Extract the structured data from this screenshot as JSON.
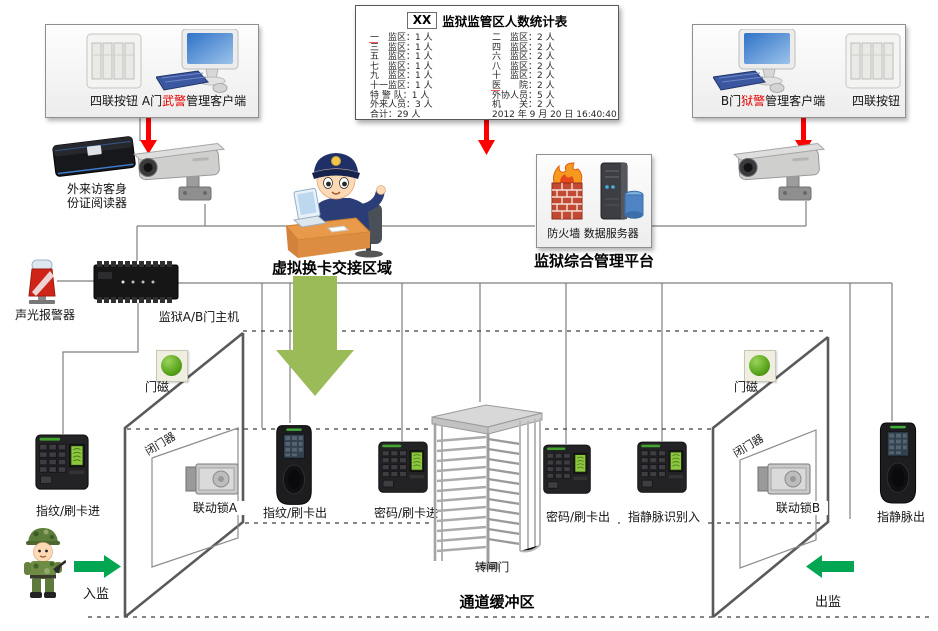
{
  "stats_table": {
    "title_prefix": "XX",
    "title": "监狱监管区人数统计表",
    "left": [
      "一　监区：1 人",
      "三　监区：1 人",
      "五　监区：1 人",
      "七　监区：1 人",
      "九　监区：1 人",
      "十一监区：1 人",
      "特 警 队：1 人",
      "外来人员：3 人",
      "合计：29 人"
    ],
    "right": [
      "二　监区：2 人",
      "四　监区：2 人",
      "六　监区：2 人",
      "八　监区：2 人",
      "十　监区：2 人",
      "医　　院：2 人",
      "外协人员：5 人",
      "机　　关：2 人"
    ],
    "timestamp": "2012 年 9 月 20 日 16:40:40"
  },
  "top_left": {
    "switch_label": "四联按钮",
    "client_prefix": "A门",
    "client_highlight": "武警",
    "client_suffix": "管理客户端"
  },
  "top_right": {
    "switch_label": "四联按钮",
    "client_prefix": "B门",
    "client_highlight": "狱警",
    "client_suffix": "管理客户端"
  },
  "labels": {
    "visitor_reader_l1": "外来访客身",
    "visitor_reader_l2": "份证阅读器",
    "alarm": "声光报警器",
    "controller": "监狱A/B门主机",
    "virtual_area": "虚拟换卡交接区域",
    "firewall": "防火墙",
    "server": "数据服务器",
    "platform": "监狱综合管理平台",
    "door_magnet": "门磁",
    "door_closer": "闭门器",
    "lock_a": "联动锁A",
    "lock_b": "联动锁B",
    "fp_in": "指纹/刷卡进",
    "fp_out": "指纹/刷卡出",
    "pw_in": "密码/刷卡进",
    "pw_out": "密码/刷卡出",
    "vein_in": "指静脉识别入",
    "vein_out": "指静脉出",
    "turnstile": "转闸门",
    "buffer": "通道缓冲区",
    "enter": "入监",
    "exit": "出监"
  },
  "colors": {
    "alert_red": "#fe0000",
    "flow_green": "#00a651",
    "handover_green": "#9bbb59"
  }
}
